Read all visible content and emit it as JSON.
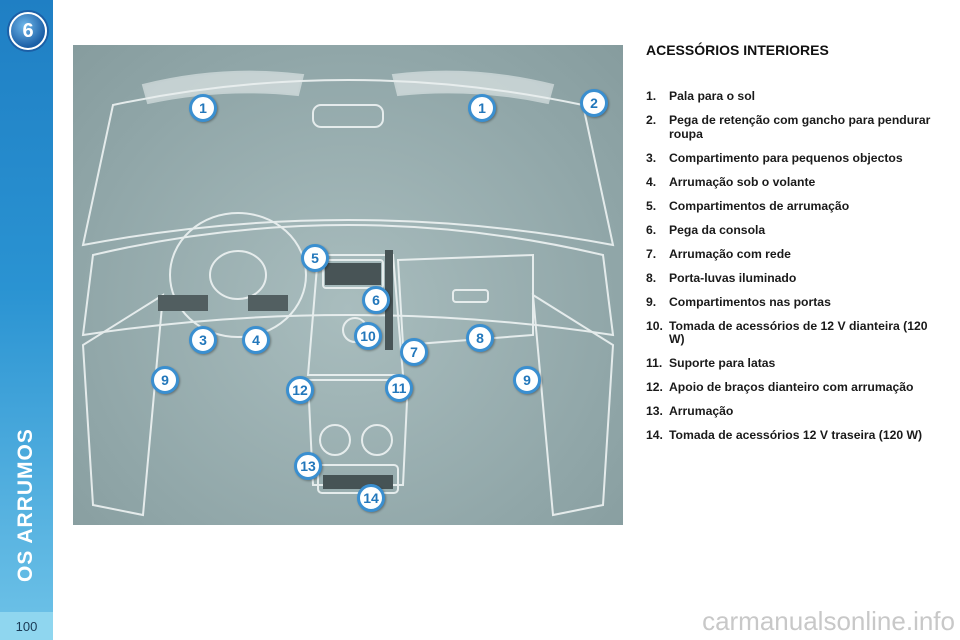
{
  "sidebar": {
    "chapter_number": "6",
    "title": "OS ARRUMOS",
    "page_number": "100"
  },
  "section": {
    "title": "ACESSÓRIOS INTERIORES"
  },
  "items": [
    {
      "num": "1.",
      "text": "Pala para o sol"
    },
    {
      "num": "2.",
      "text": "Pega de retenção com gancho para pendurar roupa"
    },
    {
      "num": "3.",
      "text": "Compartimento para pequenos objectos"
    },
    {
      "num": "4.",
      "text": "Arrumação sob o volante"
    },
    {
      "num": "5.",
      "text": "Compartimentos de arrumação"
    },
    {
      "num": "6.",
      "text": "Pega da consola"
    },
    {
      "num": "7.",
      "text": "Arrumação com rede"
    },
    {
      "num": "8.",
      "text": "Porta-luvas iluminado"
    },
    {
      "num": "9.",
      "text": "Compartimentos nas portas"
    },
    {
      "num": "10.",
      "text": "Tomada de acessórios de 12 V dianteira (120 W)"
    },
    {
      "num": "11.",
      "text": "Suporte para latas"
    },
    {
      "num": "12.",
      "text": "Apoio de braços dianteiro com arrumação"
    },
    {
      "num": "13.",
      "text": "Arrumação"
    },
    {
      "num": "14.",
      "text": "Tomada de acessórios 12 V traseira (120 W)"
    }
  ],
  "callouts": [
    "1",
    "1",
    "2",
    "3",
    "4",
    "5",
    "6",
    "7",
    "8",
    "9",
    "9",
    "10",
    "11",
    "12",
    "13",
    "14"
  ],
  "watermark": "carmanualsonline.info"
}
